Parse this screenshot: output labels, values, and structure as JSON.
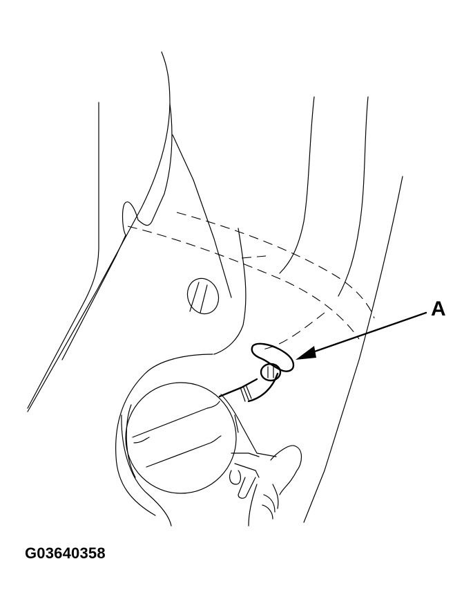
{
  "figure": {
    "type": "service-manual line illustration",
    "subject": "vehicle body panel area with fuel filler door opener and clip",
    "callouts": [
      {
        "label": "A",
        "points_to": "clip / grommet near fuel filler door"
      }
    ],
    "figure_id": "G03640358",
    "colors": {
      "line": "#000000",
      "background": "#ffffff"
    }
  }
}
